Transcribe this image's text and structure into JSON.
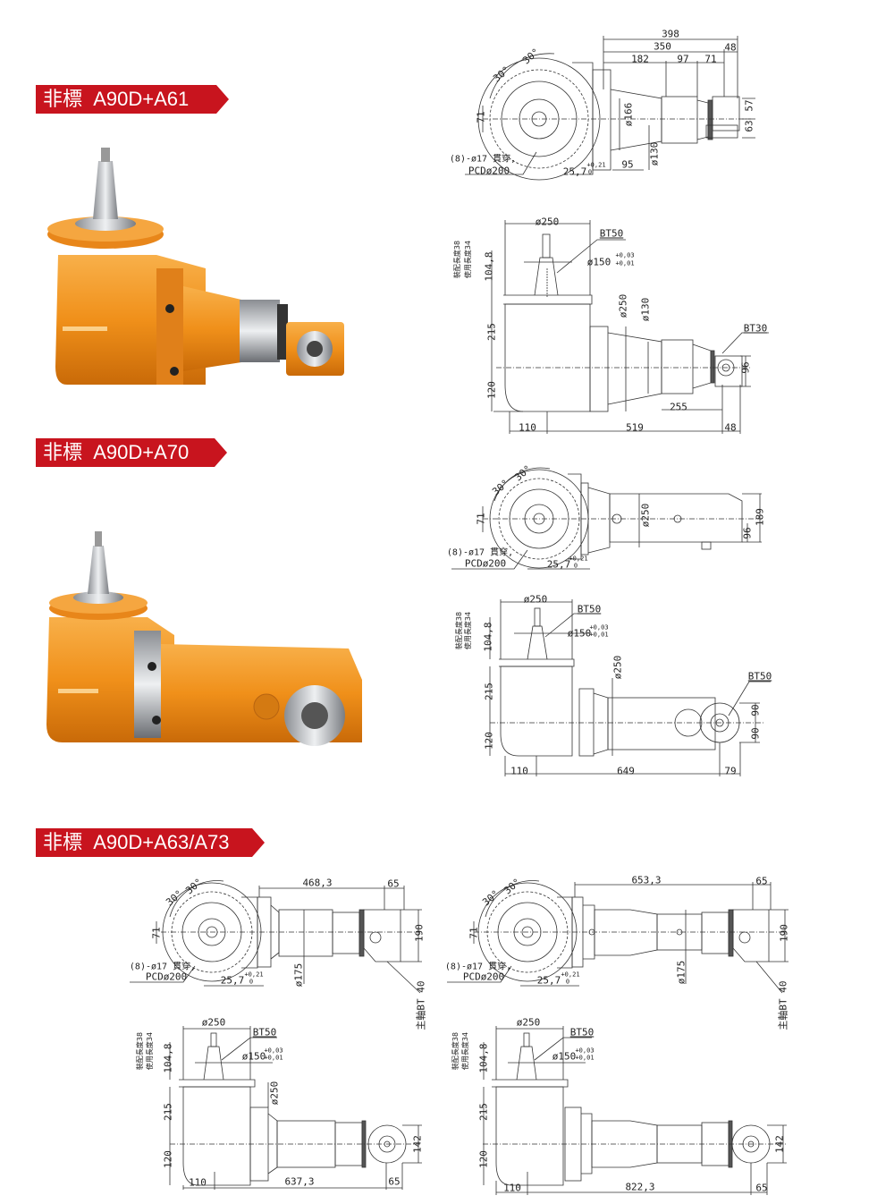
{
  "sections": [
    {
      "title": "非標  A90D+A61"
    },
    {
      "title": "非標  A90D+A70"
    },
    {
      "title": "非標  A90D+A63/A73"
    }
  ],
  "colors": {
    "banner": "#c8141e",
    "body_orange": "#f0901a",
    "steel": "#c9ccd0"
  },
  "drawings": {
    "a61_top": [
      "398",
      "350",
      "48",
      "182",
      "97",
      "71",
      "30°",
      "30°",
      "71",
      "ø166",
      "ø130",
      "57",
      "63",
      "(8)-ø17 貫穿,",
      "PCDø200",
      "25,7",
      "+0,21",
      "0",
      "95"
    ],
    "a61_side": [
      "ø250",
      "BT50",
      "ø150",
      "+0,03",
      "+0,01",
      "裝配長度38",
      "使用長度34",
      "104,8",
      "ø250",
      "ø130",
      "BT30",
      "215",
      "96",
      "120",
      "255",
      "110",
      "519",
      "48"
    ],
    "a70_top": [
      "30°",
      "30°",
      "71",
      "ø250",
      "96",
      "189",
      "(8)-ø17 貫穿,",
      "PCDø200",
      "25,7",
      "+0,21",
      "0"
    ],
    "a70_side": [
      "ø250",
      "BT50",
      "ø150",
      "+0,03",
      "+0,01",
      "裝配長度38",
      "使用長度34",
      "104,8",
      "ø250",
      "BT50",
      "215",
      "90",
      "90",
      "120",
      "110",
      "649",
      "79"
    ],
    "a63_top": [
      "30°",
      "30°",
      "468,3",
      "65",
      "71",
      "190",
      "(8)-ø17 貫穿,",
      "PCDø200",
      "25,7",
      "+0,21",
      "0",
      "ø175",
      "主軸BT 40"
    ],
    "a73_top": [
      "30°",
      "30°",
      "653,3",
      "65",
      "71",
      "190",
      "(8)-ø17 貫穿,",
      "PCDø200",
      "25,7",
      "+0,21",
      "0",
      "ø175",
      "主軸BT 40"
    ],
    "a63_side": [
      "ø250",
      "BT50",
      "ø150",
      "+0,03",
      "+0,01",
      "裝配長度38",
      "使用長度34",
      "104,8",
      "ø250",
      "215",
      "142",
      "120",
      "110",
      "637,3",
      "65"
    ],
    "a73_side": [
      "ø250",
      "BT50",
      "ø150",
      "+0,03",
      "+0,01",
      "裝配長度38",
      "使用長度34",
      "104,8",
      "215",
      "142",
      "120",
      "110",
      "822,3",
      "65"
    ]
  }
}
